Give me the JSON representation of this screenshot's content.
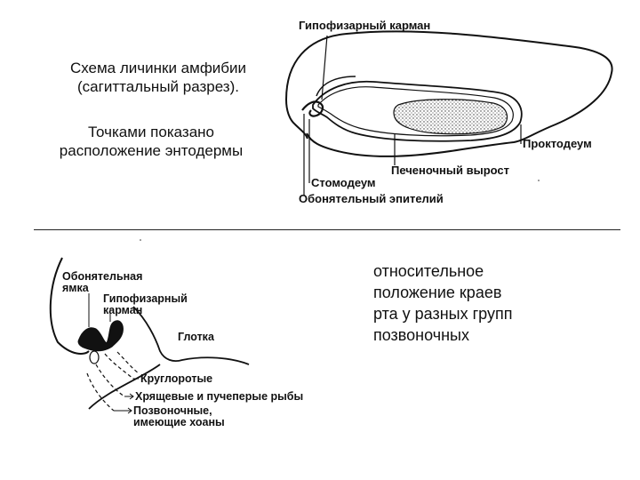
{
  "top_figure": {
    "caption_line1": "Схема личинки амфибии",
    "caption_line2": "(сагиттальный разрез).",
    "caption_dots_line1": "Точками показано",
    "caption_dots_line2": "расположение энтодермы",
    "labels": {
      "hypophyseal_pouch": "Гипофизарный карман",
      "proctodeum": "Проктодеум",
      "liver_outgrowth": "Печеночный вырост",
      "stomodeum": "Стомодеум",
      "olfactory_epithelium": "Обонятельный эпителий"
    }
  },
  "bottom_figure": {
    "caption_line1": "относительное",
    "caption_line2": "положение краев",
    "caption_line3": "рта у разных групп",
    "caption_line4": "позвоночных",
    "labels": {
      "olfactory_pit_line1": "Обонятельная",
      "olfactory_pit_line2": "ямка",
      "hypophyseal_pouch_line1": "Гипофизарный",
      "hypophyseal_pouch_line2": "карман",
      "pharynx": "Глотка",
      "cyclostomes": "Круглоротые",
      "fishes": "Хрящевые и пучеперые  рыбы",
      "vertebrates_line1": "Позвоночные,",
      "vertebrates_line2": "имеющие хоаны"
    }
  }
}
